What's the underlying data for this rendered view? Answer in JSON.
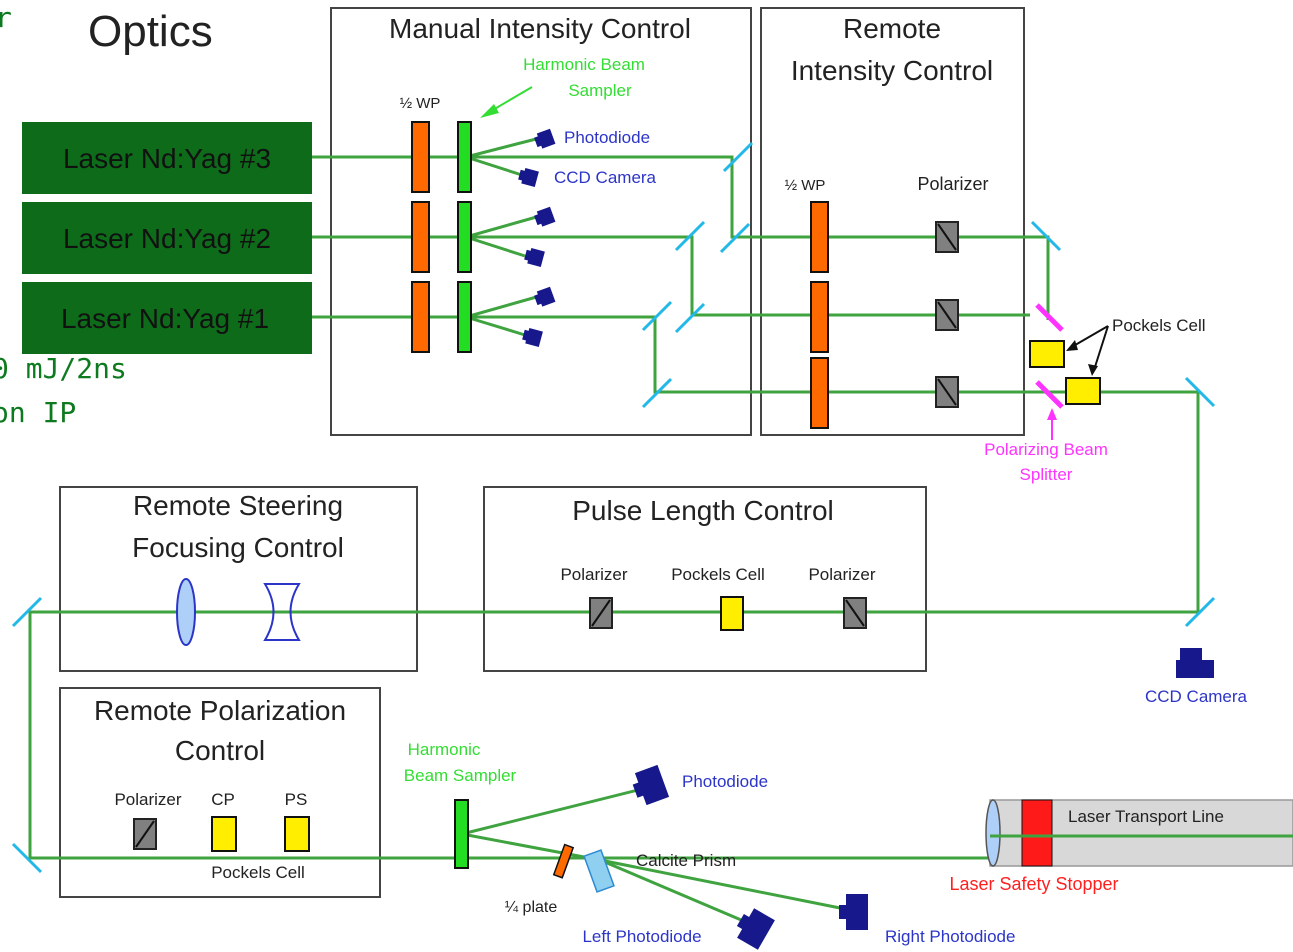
{
  "corner_text": {
    "top_left_fragment": "r",
    "energy_fragment": "0 mJ/2ns",
    "ip_fragment": "on IP"
  },
  "title": "Optics",
  "lasers": [
    "Laser Nd:Yag #3",
    "Laser Nd:Yag #2",
    "Laser Nd:Yag  #1"
  ],
  "boxes": {
    "manual_intensity": "Manual Intensity Control",
    "remote_intensity": [
      "Remote",
      "Intensity Control"
    ],
    "remote_steering": [
      "Remote Steering",
      "Focusing Control"
    ],
    "pulse_length": "Pulse Length Control",
    "remote_polarization": [
      "Remote Polarization",
      "Control"
    ]
  },
  "labels": {
    "half_wp_manual": "½ WP",
    "harmonic_beam_sampler_top": [
      "Harmonic Beam",
      "Sampler"
    ],
    "photodiode_top": "Photodiode",
    "ccd_camera_top": "CCD Camera",
    "half_wp_remote": "½ WP",
    "polarizer_remote": "Polarizer",
    "pockels_cell_right": "Pockels Cell",
    "polarizing_beam_splitter": [
      "Polarizing Beam",
      "Splitter"
    ],
    "pulse_polarizer_left": "Polarizer",
    "pulse_pockels_cell": "Pockels Cell",
    "pulse_polarizer_right": "Polarizer",
    "ccd_camera_right": "CCD Camera",
    "pol_polarizer": "Polarizer",
    "pol_cp": "CP",
    "pol_ps": "PS",
    "pol_pockels_cell": "Pockels Cell",
    "harmonic_beam_sampler_bottom": [
      "Harmonic",
      "Beam Sampler"
    ],
    "photodiode_bottom": "Photodiode",
    "calcite_prism": "Calcite Prism",
    "quarter_plate": "¼ plate",
    "left_photodiode": "Left Photodiode",
    "right_photodiode": "Right  Photodiode",
    "laser_transport_line": "Laser Transport Line",
    "laser_safety_stopper": "Laser Safety Stopper"
  },
  "colors": {
    "laser_box": "#0e6b1a",
    "beam": "#3fa33f",
    "waveplate": "#ff6a00",
    "sampler": "#22dd22",
    "detector": "#16188c",
    "pockels": "#ffee00",
    "polarizer": "#808080",
    "mirror": "#22b8e8",
    "splitter": "#ff33ff",
    "stopper": "#ff1a1a",
    "dark_green_text": "#0e7a20"
  }
}
